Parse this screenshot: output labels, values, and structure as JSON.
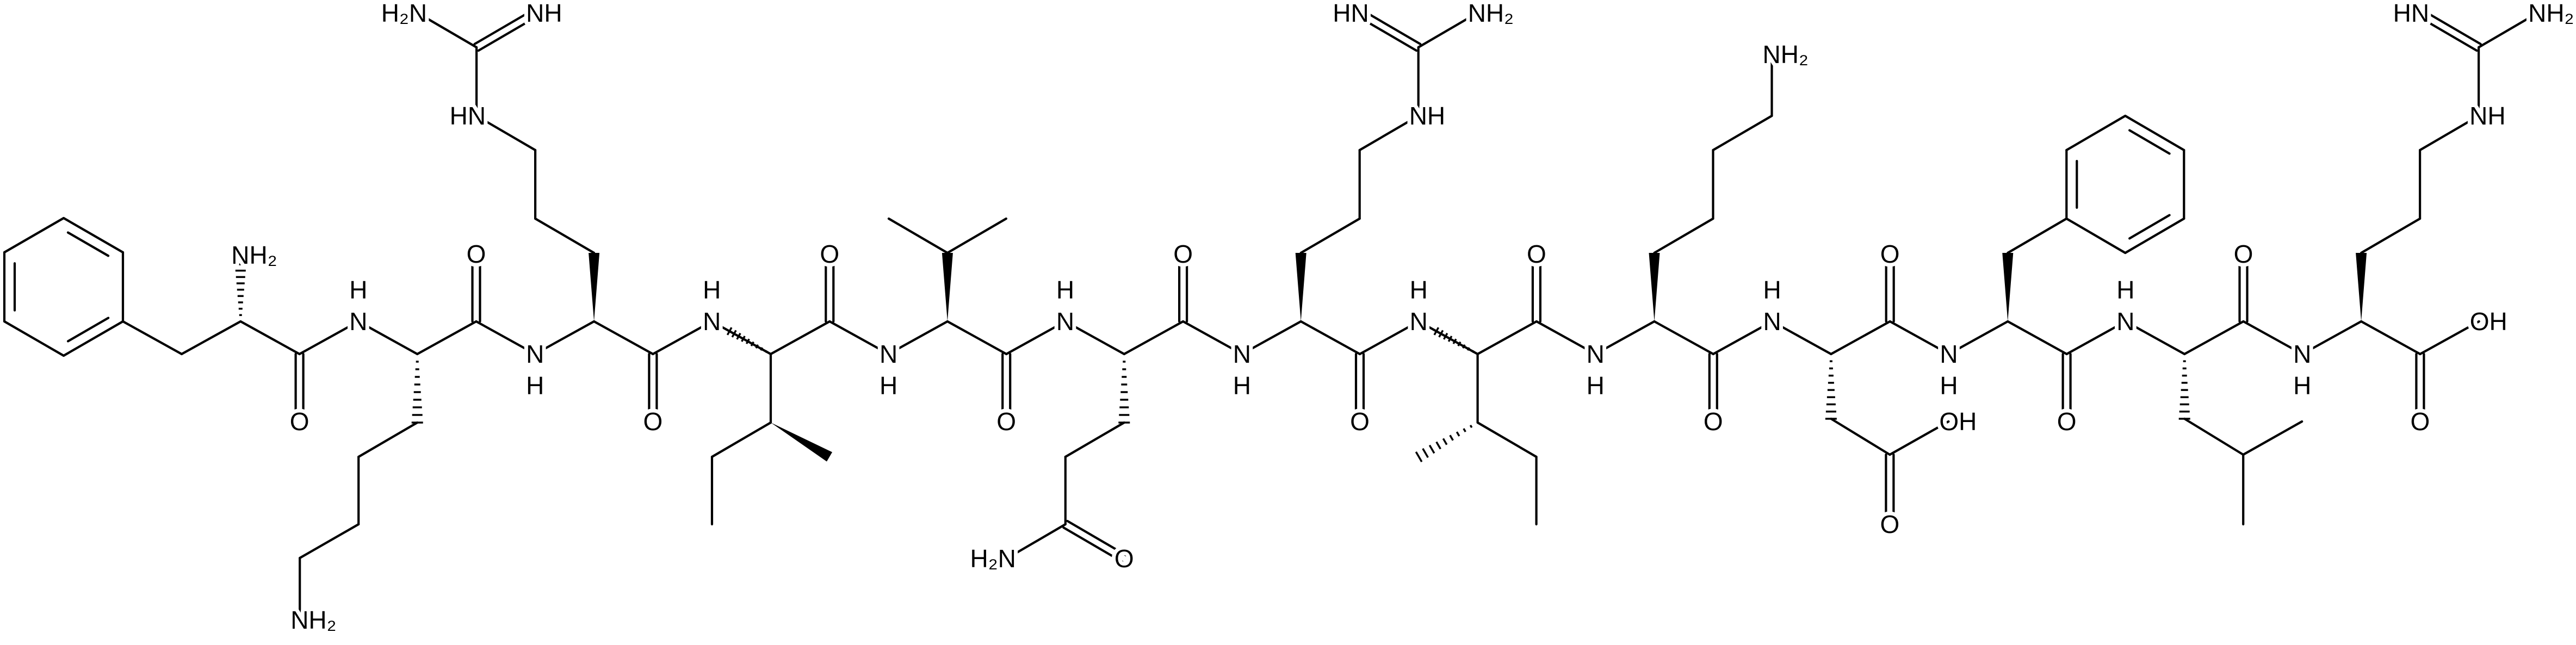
{
  "structure": {
    "bond_color": "#000000",
    "background": "#ffffff",
    "labels": {
      "amine": "NH₂",
      "amine_left": "H₂N",
      "oxygen": "O",
      "nitrogen": "N",
      "hydrogen": "H",
      "imine_left": "HN",
      "imine_right": "NH",
      "hydroxyl": "OH"
    }
  }
}
